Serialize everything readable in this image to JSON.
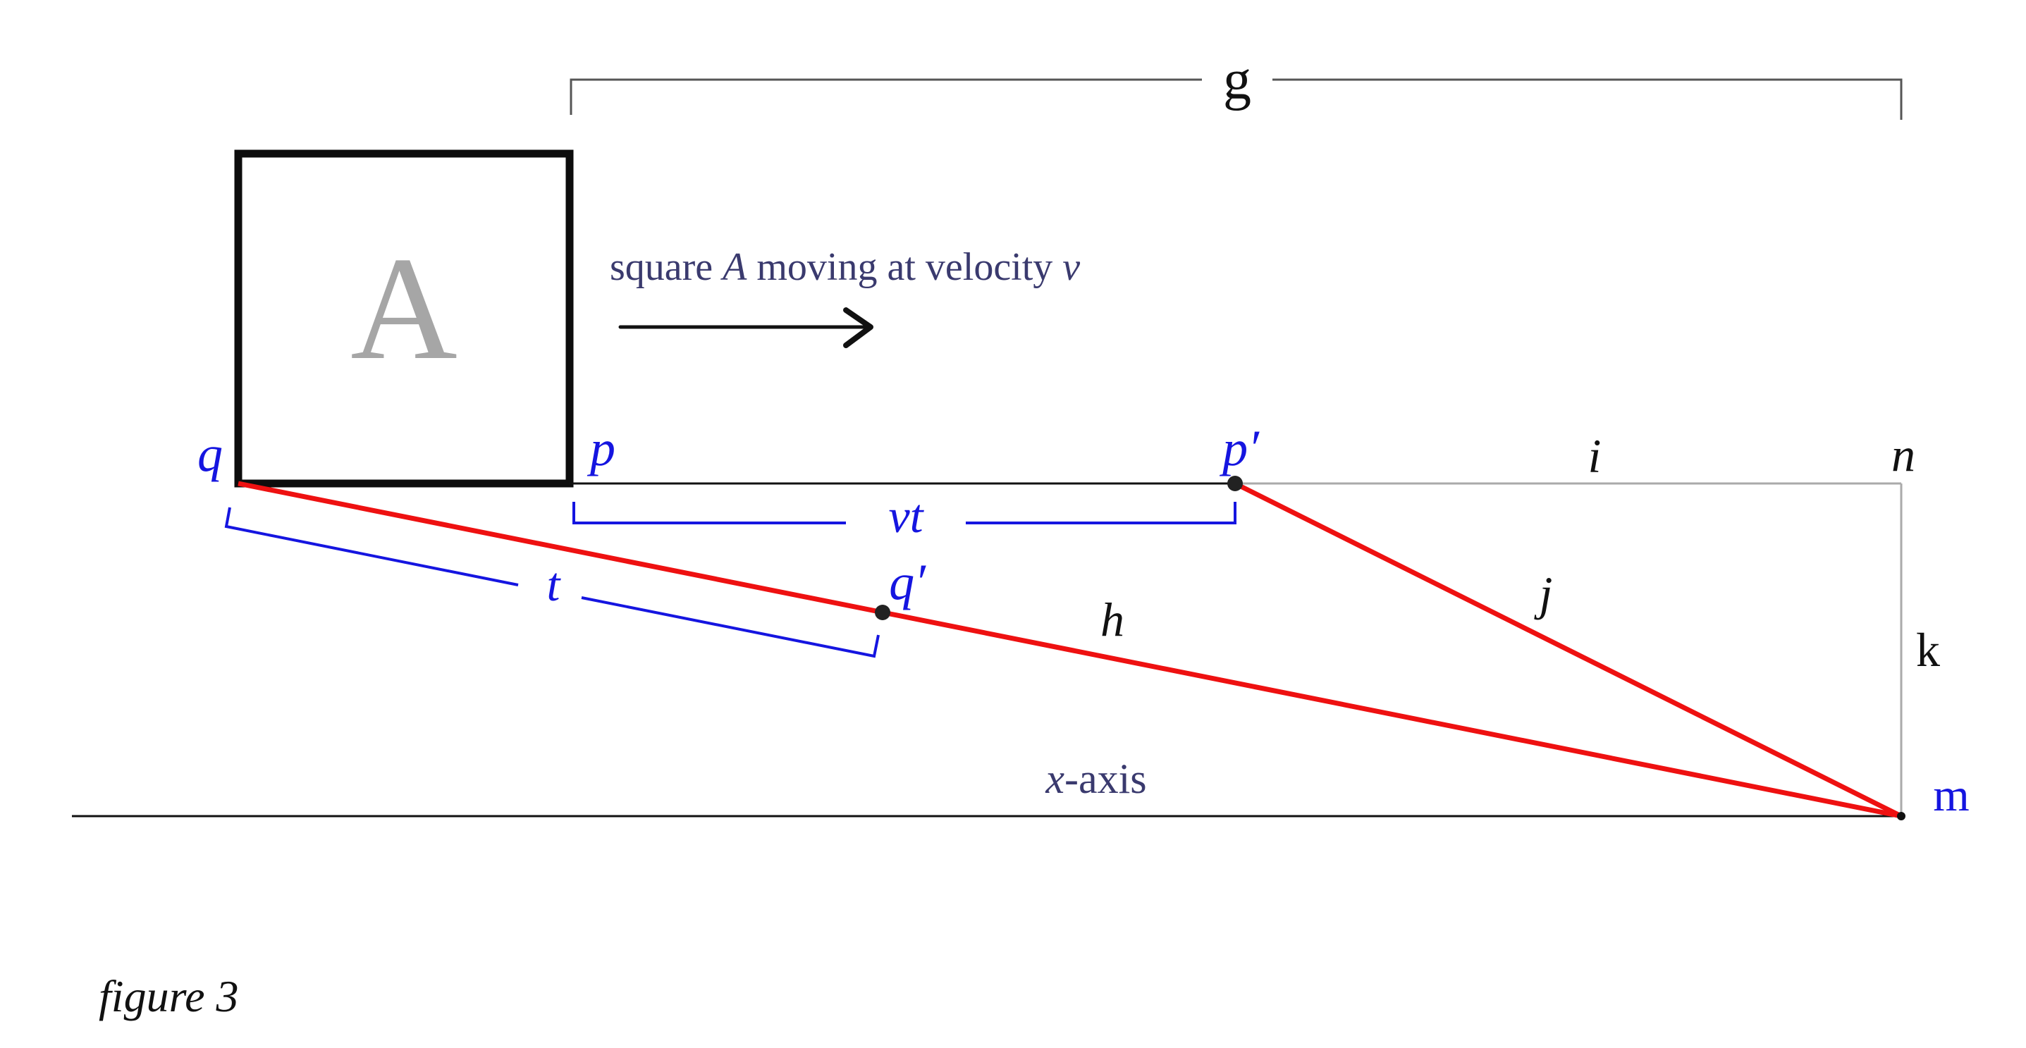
{
  "figure": {
    "caption": "figure 3",
    "square_label": "A",
    "motion_text_prefix": "square ",
    "motion_text_var": "A",
    "motion_text_middle": " moving at velocity ",
    "motion_text_velocity": "v",
    "axis_label_var": "x",
    "axis_label_suffix": "-axis",
    "points": {
      "q": "q",
      "p": "p",
      "p_prime": "p′",
      "q_prime": "q′",
      "n": "n",
      "m": "m"
    },
    "segments": {
      "g": "g",
      "vt": "vt",
      "t": "t",
      "h": "h",
      "i": "i",
      "j": "j",
      "k": "k"
    },
    "colors": {
      "red_lines": "#ee1111",
      "blue_labels": "#1515e0",
      "gray_lines": "#aaaaaa",
      "text_navy": "#3a3a6e"
    }
  }
}
